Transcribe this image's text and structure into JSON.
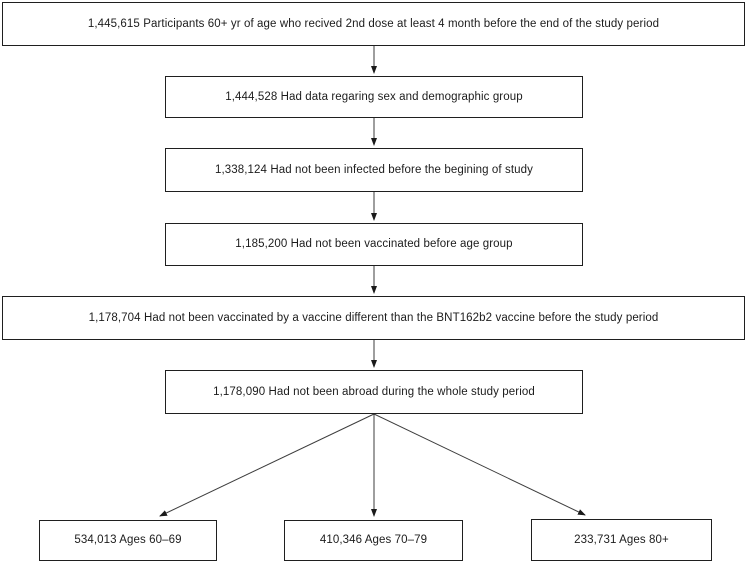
{
  "diagram": {
    "type": "flowchart",
    "background_color": "#ffffff",
    "box_border_color": "#1f1f1f",
    "text_color": "#1c1c1c",
    "arrow_color": "#3d3d3d",
    "boxes": [
      {
        "id": "participants-total",
        "text": "1,445,615 Participants 60+ yr of age who recived 2nd dose at least 4 month before the end of the study period"
      },
      {
        "id": "sex-demographic-data",
        "text": "1,444,528 Had data regaring sex and demographic group"
      },
      {
        "id": "not-infected",
        "text": "1,338,124 Had not been infected before the begining of study"
      },
      {
        "id": "not-vaccinated-before",
        "text": "1,185,200 Had not been vaccinated before age group"
      },
      {
        "id": "no-other-vaccine",
        "text": "1,178,704 Had not been vaccinated by a vaccine different than the BNT162b2 vaccine before the study period"
      },
      {
        "id": "not-abroad",
        "text": "1,178,090 Had not been abroad during the whole study period"
      },
      {
        "id": "ages-60-69",
        "text": "534,013 Ages 60–69"
      },
      {
        "id": "ages-70-79",
        "text": "410,346 Ages 70–79"
      },
      {
        "id": "ages-80-plus",
        "text": "233,731 Ages 80+"
      }
    ],
    "edges": [
      {
        "from": "participants-total",
        "to": "sex-demographic-data"
      },
      {
        "from": "sex-demographic-data",
        "to": "not-infected"
      },
      {
        "from": "not-infected",
        "to": "not-vaccinated-before"
      },
      {
        "from": "not-vaccinated-before",
        "to": "no-other-vaccine"
      },
      {
        "from": "no-other-vaccine",
        "to": "not-abroad"
      },
      {
        "from": "not-abroad",
        "to": "ages-60-69"
      },
      {
        "from": "not-abroad",
        "to": "ages-70-79"
      },
      {
        "from": "not-abroad",
        "to": "ages-80-plus"
      }
    ]
  }
}
